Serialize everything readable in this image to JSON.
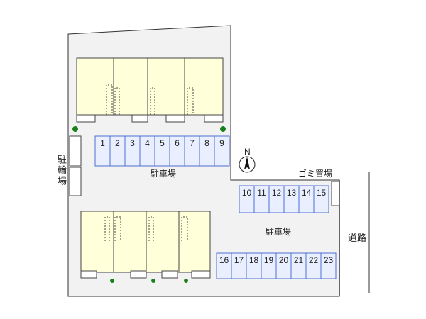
{
  "labels": {
    "parking_main": "駐車場",
    "parking_east": "駐車場",
    "bicycle": "駐輪場",
    "garbage": "ゴミ置場",
    "road": "道路",
    "north": "N"
  },
  "parking_row1": [
    "1",
    "2",
    "3",
    "4",
    "5",
    "6",
    "7",
    "8",
    "9"
  ],
  "parking_row2": [
    "10",
    "11",
    "12",
    "13",
    "14",
    "15"
  ],
  "parking_row3": [
    "16",
    "17",
    "18",
    "19",
    "20",
    "21",
    "22",
    "23"
  ],
  "colors": {
    "ground": "#f2f2f2",
    "building": "#ffffd9",
    "parking_fill": "#e9efff",
    "parking_stroke": "#4d6fd1",
    "tree": "#1a7f1a"
  }
}
